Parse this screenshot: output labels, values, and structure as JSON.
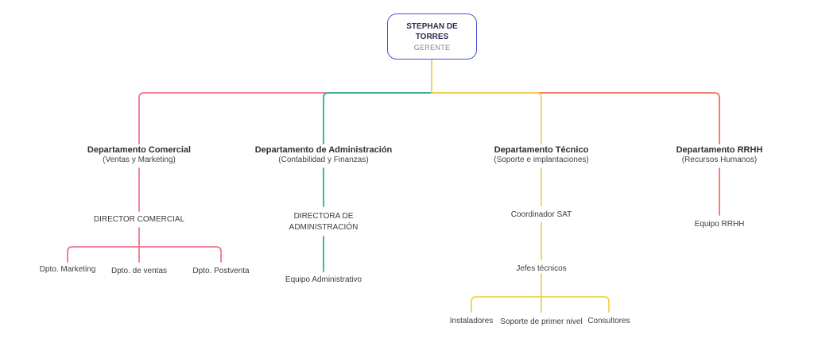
{
  "root": {
    "name": "STEPHAN DE TORRES",
    "title": "GERENTE"
  },
  "colors": {
    "root": "#4454d5",
    "trunk": "#f0ce4c",
    "comercial": "#f2738f",
    "admin": "#2fae91",
    "tecnico": "#f0d24c",
    "rrhh": "#f4715c"
  },
  "departments": [
    {
      "title": "Departamento Comercial",
      "subtitle": "(Ventas y Marketing)",
      "manager": "DIRECTOR COMERCIAL",
      "teams": [
        "Dpto. Marketing",
        "Dpto. de ventas",
        "Dpto. Postventa"
      ]
    },
    {
      "title": "Departamento de Administración",
      "subtitle": "(Contabilidad y Finanzas)",
      "manager": "DIRECTORA DE ADMINISTRACIÓN",
      "teams": [
        "Equipo Administrativo"
      ]
    },
    {
      "title": "Departamento Técnico",
      "subtitle": "(Soporte e implantaciones)",
      "manager": "Coordinador SAT",
      "lead": "Jefes técnicos",
      "teams": [
        "Instaladores",
        "Soporte de primer nivel",
        "Consultores"
      ]
    },
    {
      "title": "Departamento RRHH",
      "subtitle": "(Recursos Humanos)",
      "teams": [
        "Equipo RRHH"
      ]
    }
  ]
}
